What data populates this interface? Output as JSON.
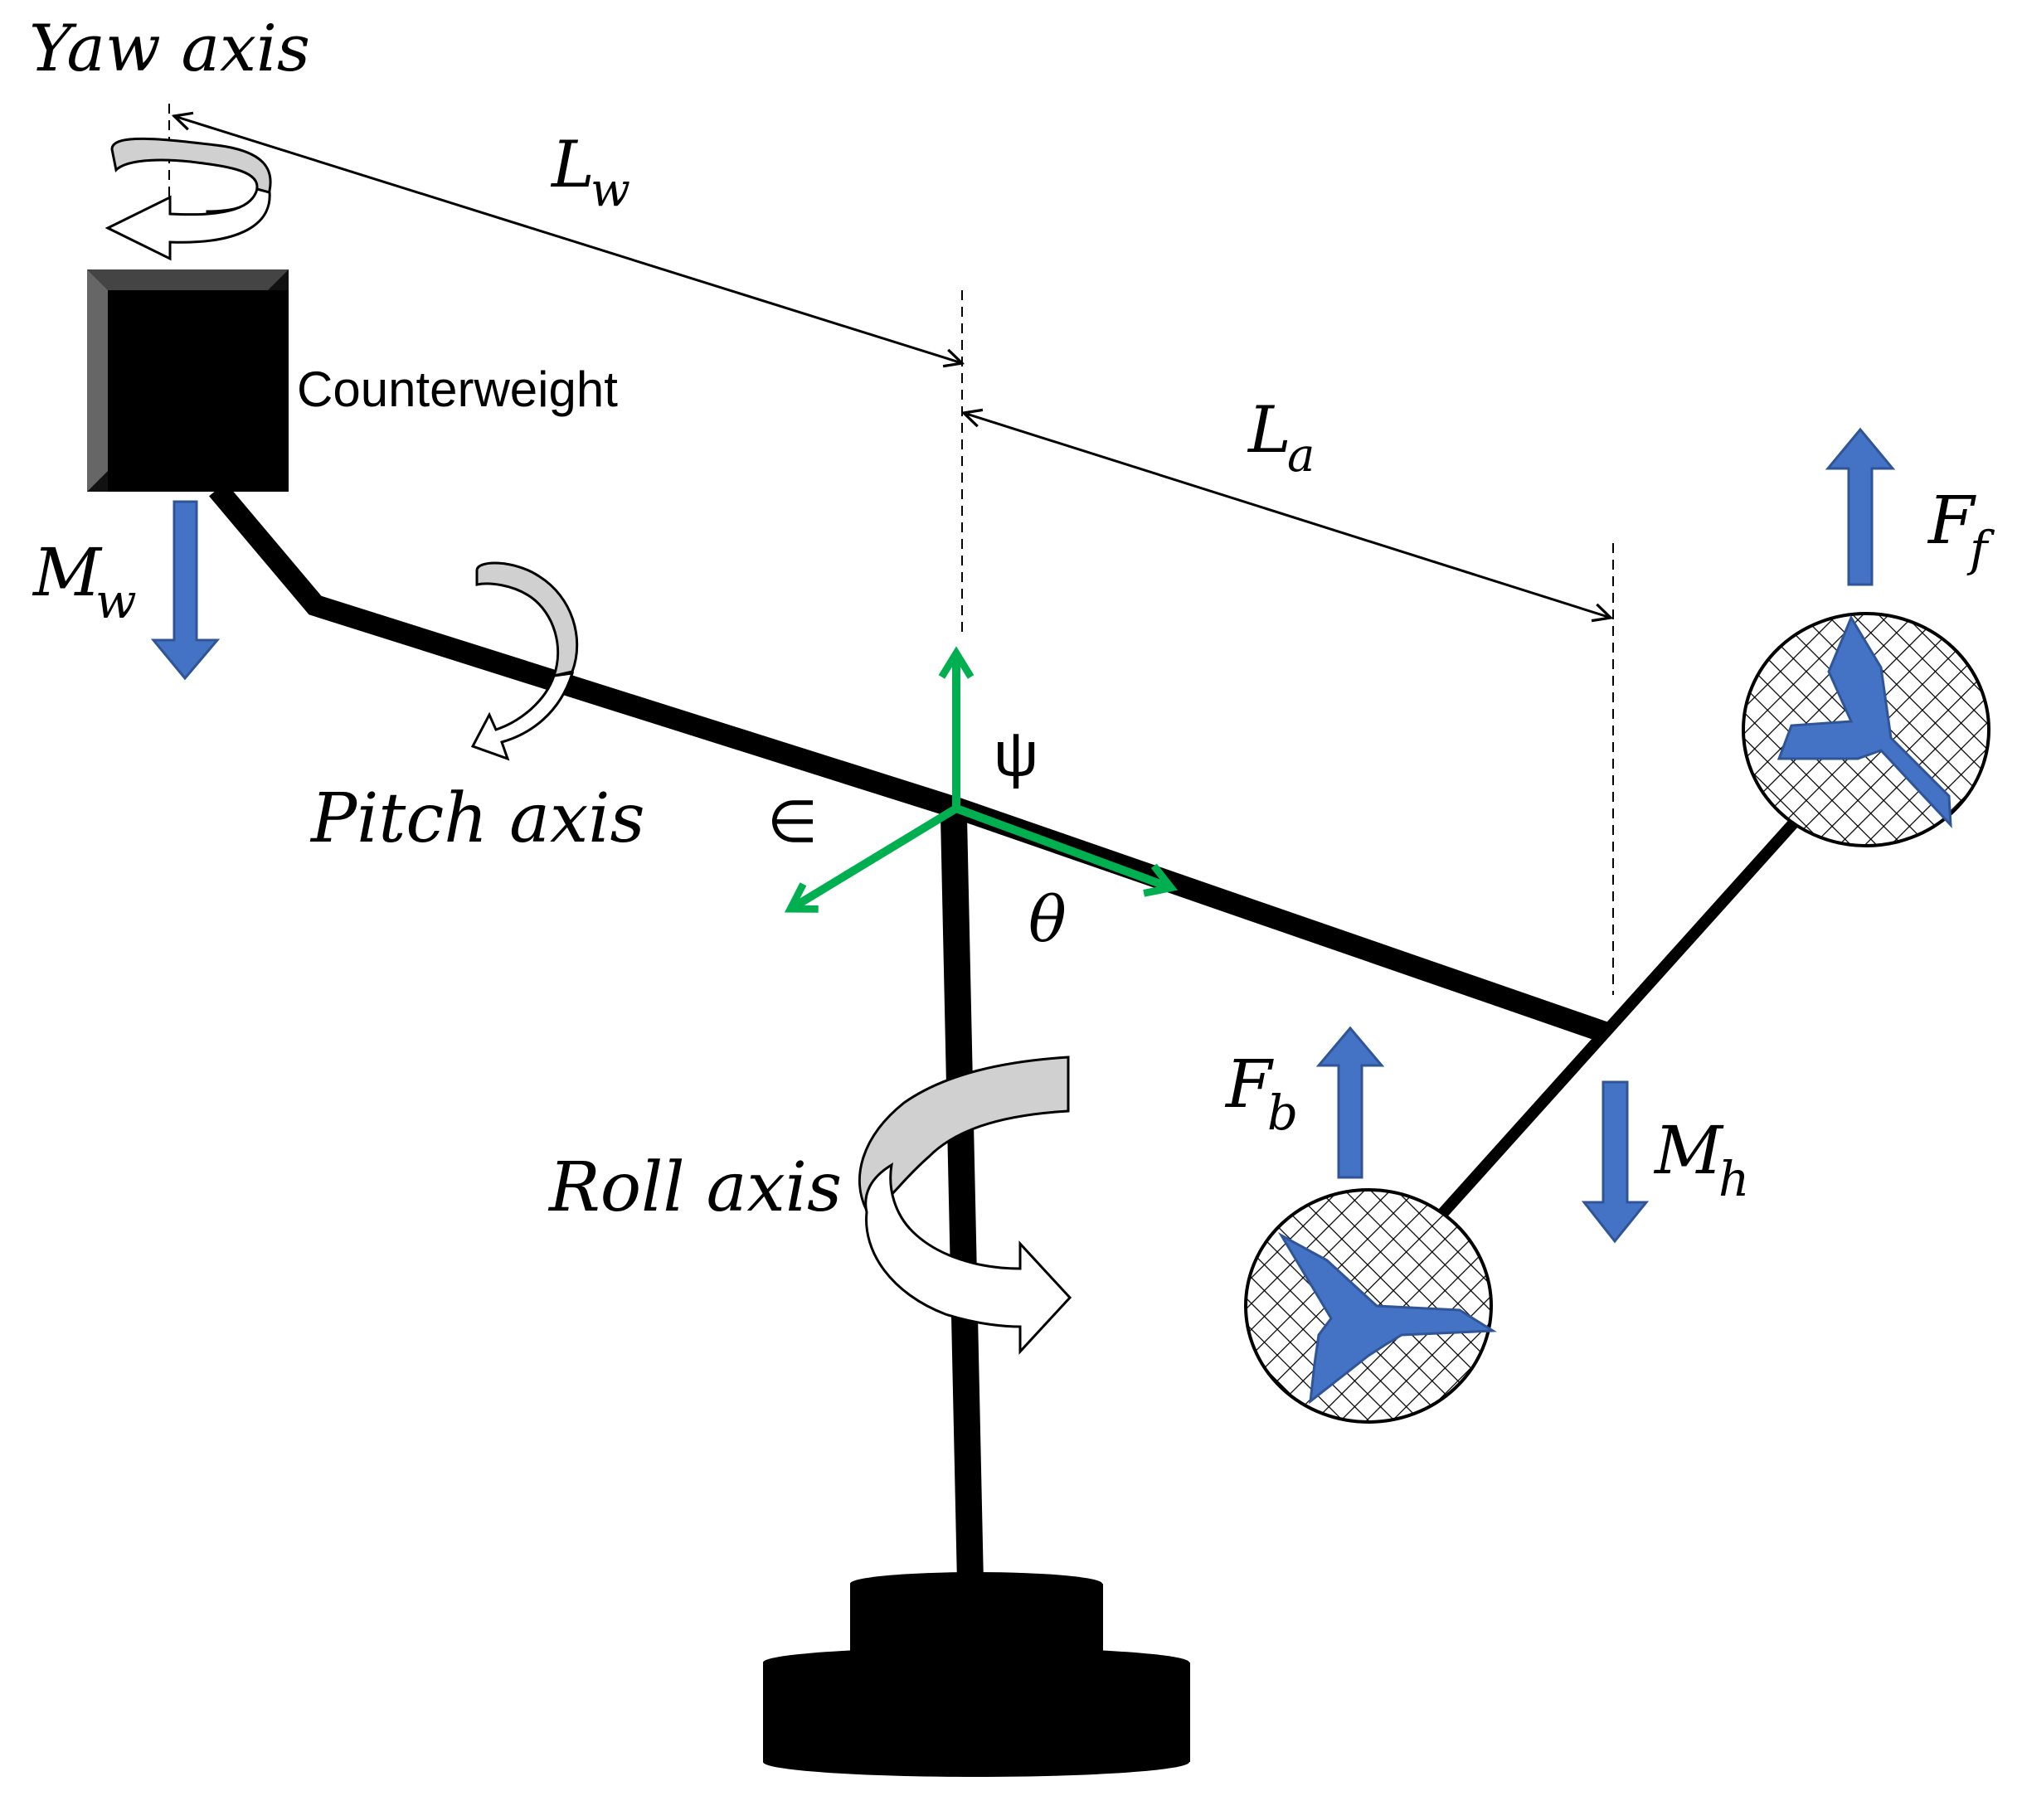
{
  "labels": {
    "yaw_axis": "Yaw axis",
    "pitch_axis": "Pitch axis",
    "roll_axis": "Roll axis",
    "counterweight": "Counterweight",
    "l_w_main": "L",
    "l_w_sub": "w",
    "l_a_main": "L",
    "l_a_sub": "a",
    "m_w_main": "M",
    "m_w_sub": "w",
    "m_h_main": "M",
    "m_h_sub": "h",
    "f_f_main": "F",
    "f_f_sub": "f",
    "f_b_main": "F",
    "f_b_sub": "b",
    "psi": "ψ",
    "epsilon": "∈",
    "theta": "θ"
  },
  "colors": {
    "structure": "#000000",
    "force_arrow": "#4472C4",
    "force_arrow_edge": "#2F5597",
    "frame_axes": "#00B050",
    "rotation_fill": "#D0D0D0",
    "rotor_disc": "#FFFFFF"
  }
}
